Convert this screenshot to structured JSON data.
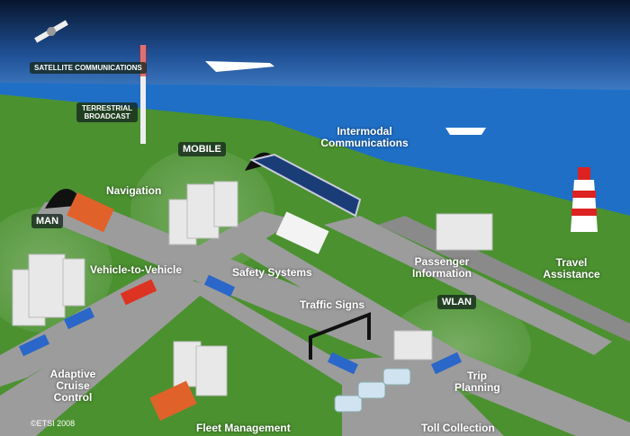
{
  "labels": {
    "satellite": "SATELLITE COMMUNICATIONS",
    "terrestrial": "TERRESTRIAL BROADCAST",
    "mobile": "MOBILE",
    "man": "MAN",
    "wlan": "WLAN",
    "intermodal": "Intermodal Communications",
    "navigation": "Navigation",
    "v2v": "Vehicle-to-Vehicle",
    "safety": "Safety Systems",
    "traffic_signs": "Traffic Signs",
    "passenger": "Passenger Information",
    "travel": "Travel Assistance",
    "trip": "Trip Planning",
    "acc": "Adaptive Cruise Control",
    "fleet": "Fleet Management",
    "toll": "Toll Collection"
  },
  "copyright": "©ETSI 2008",
  "colors": {
    "sky_top": "#0b1d3a",
    "sky": "#2f6fc4",
    "sea": "#1f73c9",
    "grass": "#4a8f2e",
    "road": "#9a9a9a"
  }
}
